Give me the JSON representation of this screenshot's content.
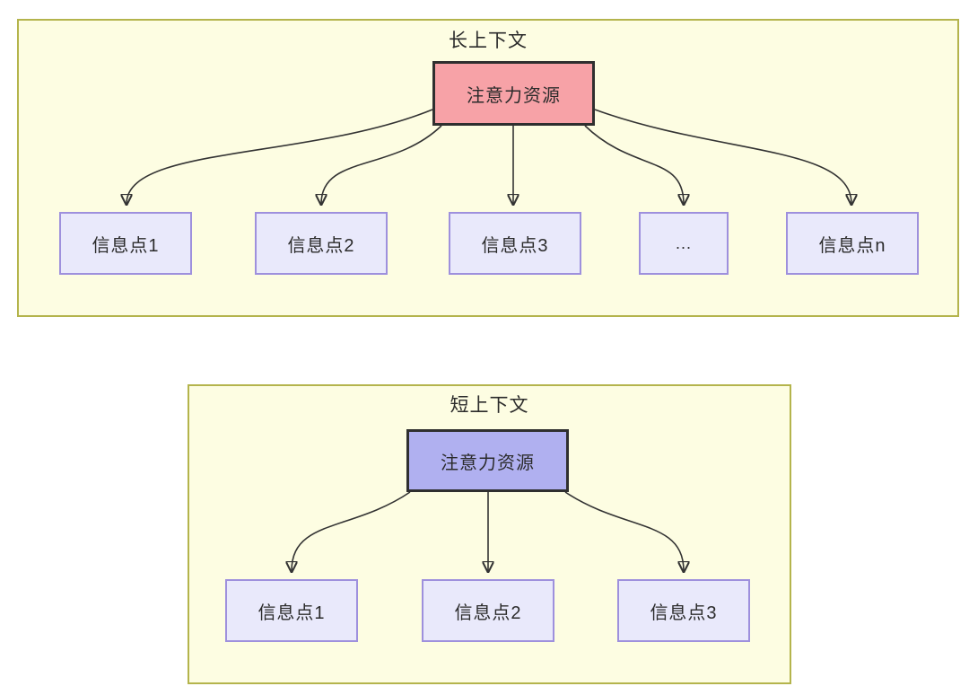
{
  "diagram": {
    "long_context": {
      "title": "长上下文",
      "attention_label": "注意力资源",
      "info_boxes": [
        "信息点1",
        "信息点2",
        "信息点3",
        "...",
        "信息点n"
      ]
    },
    "short_context": {
      "title": "短上下文",
      "attention_label": "注意力资源",
      "info_boxes": [
        "信息点1",
        "信息点2",
        "信息点3"
      ]
    },
    "colors": {
      "panel_bg": "#fdfde2",
      "panel_border": "#b4b44c",
      "attention_long_bg": "#f7a2a7",
      "attention_short_bg": "#b0b0f0",
      "attention_border": "#2f2f2f",
      "info_bg": "#e9e9fb",
      "info_border": "#9e90dd",
      "arrow": "#333333",
      "text": "#2b2b2b"
    }
  }
}
